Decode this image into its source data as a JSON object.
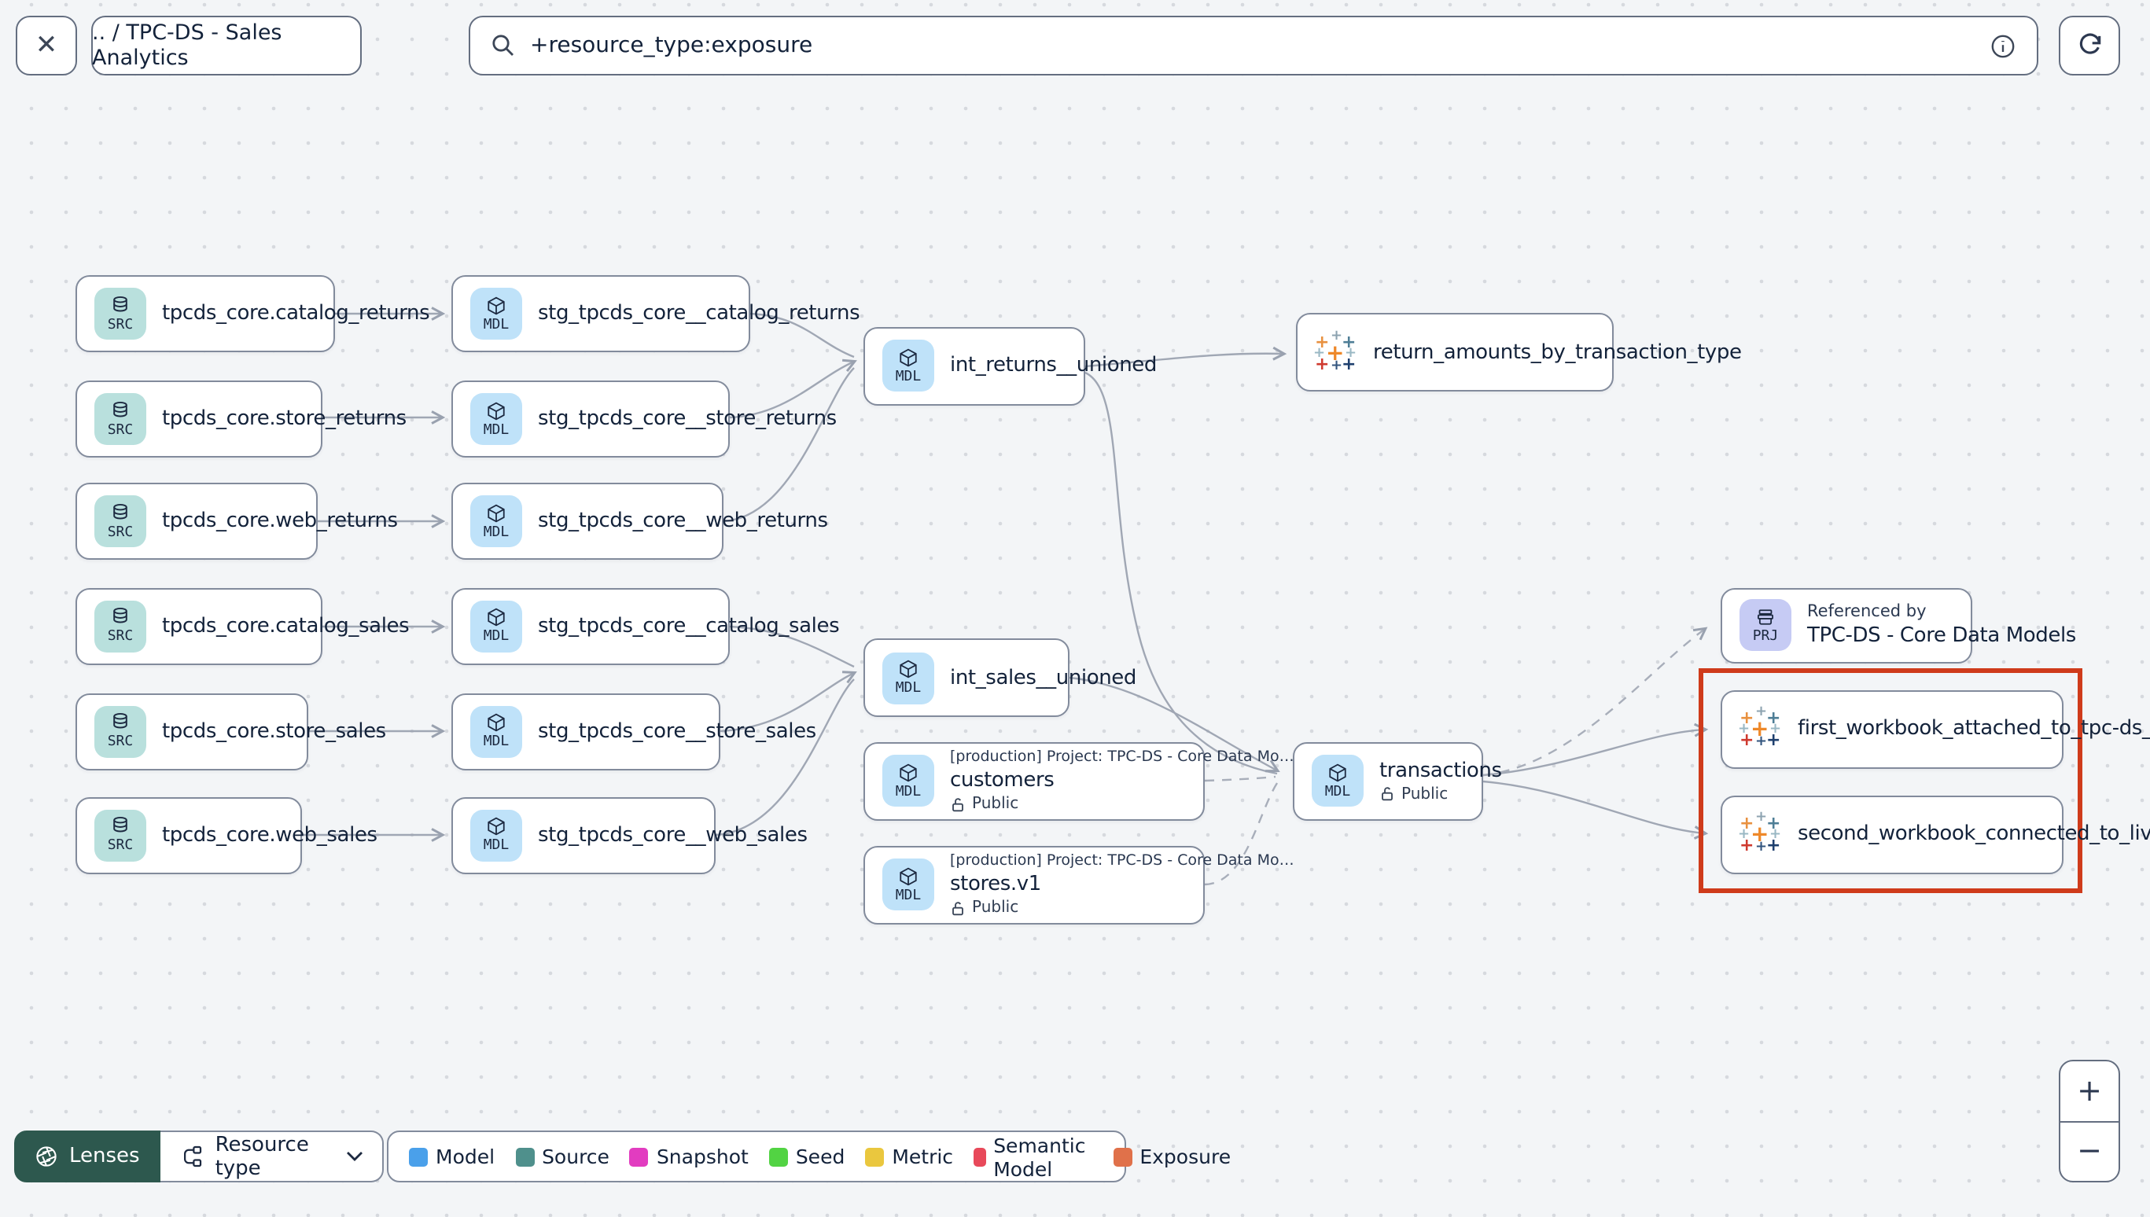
{
  "header": {
    "breadcrumb": ".. / TPC-DS - Sales Analytics",
    "close_icon": "✕",
    "search_value": "+resource_type:exposure"
  },
  "graph": {
    "badge_src": "SRC",
    "badge_mdl": "MDL",
    "badge_prj": "PRJ",
    "sources": [
      "tpcds_core.catalog_returns",
      "tpcds_core.store_returns",
      "tpcds_core.web_returns",
      "tpcds_core.catalog_sales",
      "tpcds_core.store_sales",
      "tpcds_core.web_sales"
    ],
    "staging": [
      "stg_tpcds_core__catalog_returns",
      "stg_tpcds_core__store_returns",
      "stg_tpcds_core__web_returns",
      "stg_tpcds_core__catalog_sales",
      "stg_tpcds_core__store_sales",
      "stg_tpcds_core__web_sales"
    ],
    "intermediate": [
      "int_returns__unioned",
      "int_sales__unioned"
    ],
    "exposure_top": "return_amounts_by_transaction_type",
    "public_models": [
      {
        "project": "[production] Project: TPC-DS - Core Data Mo…",
        "name": "customers",
        "access": "Public"
      },
      {
        "project": "[production] Project: TPC-DS - Core Data Mo…",
        "name": "stores.v1",
        "access": "Public"
      }
    ],
    "transactions": {
      "name": "transactions",
      "access": "Public"
    },
    "project_ref": {
      "title": "Referenced by",
      "name": "TPC-DS - Core Data Models"
    },
    "workbooks": [
      "first_workbook_attached_to_tpc-ds_-_…",
      "second_workbook_connected_to_live…"
    ],
    "highlight_color": "#cf3b1b"
  },
  "toolbar": {
    "lenses_label": "Lenses",
    "resource_type_label": "Resource type",
    "legend_items": [
      {
        "label": "Model",
        "color": "#4aa0ea"
      },
      {
        "label": "Source",
        "color": "#4f908c"
      },
      {
        "label": "Snapshot",
        "color": "#e23cc0"
      },
      {
        "label": "Seed",
        "color": "#52d343"
      },
      {
        "label": "Metric",
        "color": "#eac73e"
      },
      {
        "label": "Semantic Model",
        "color": "#e8495a"
      },
      {
        "label": "Exposure",
        "color": "#e0714a"
      }
    ],
    "zoom_in": "+",
    "zoom_out": "−"
  }
}
